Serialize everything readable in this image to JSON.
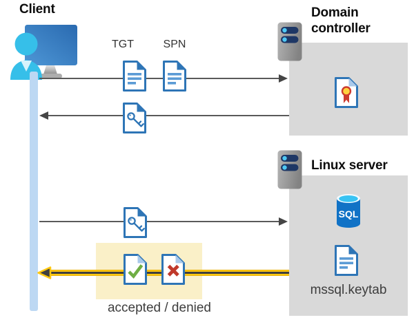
{
  "labels": {
    "client_title": "Client",
    "domain_controller_title": "Domain controller",
    "linux_server_title": "Linux server",
    "tgt": "TGT",
    "spn": "SPN",
    "sql": "SQL",
    "keytab_file": "mssql.keytab",
    "accepted_denied": "accepted / denied"
  },
  "icons": {
    "client": "client-computer-with-user-icon",
    "domain_controller": "server-icon",
    "linux_server": "server-icon",
    "tgt_message": "document-icon",
    "spn_message": "document-icon",
    "ticket_from_dc": "key-document-icon",
    "ticket_to_linux": "key-document-icon",
    "certificate": "certificate-document-icon",
    "database": "sql-database-icon",
    "keytab": "document-icon",
    "accepted": "check-document-icon",
    "denied": "cross-document-icon"
  },
  "colors": {
    "doc_border": "#2E75B6",
    "doc_lines": "#5B9BD5",
    "doc_flap_light": "#A9C9EA",
    "lifeline": "#BDD8F3",
    "gray_box": "#D9D9D9",
    "arrow_gray": "#595959",
    "highlight_yellow_box": "#FAF0C8",
    "highlight_arrow_yellow": "#FFC811",
    "arrow_dark_core": "#3F3F3F",
    "check_green": "#6FAE44",
    "cross_red": "#C0392B",
    "seal_yellow": "#FFD23E",
    "seal_red": "#CC3B2F",
    "sql_blue": "#1072C6",
    "sql_cyan": "#38C3F3",
    "server_pill_navy": "#1E3765",
    "server_led_cyan": "#4FC8F4",
    "person_cyan": "#36BFE9"
  }
}
